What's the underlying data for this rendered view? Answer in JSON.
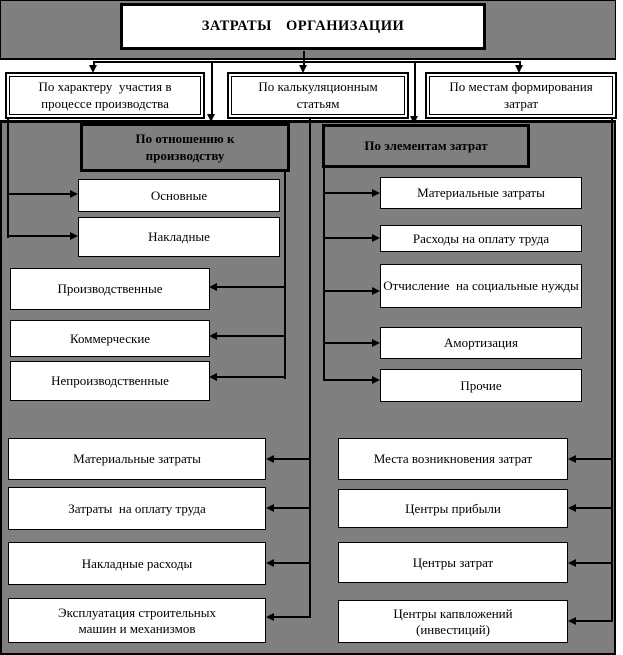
{
  "colors": {
    "canvas_gray": "#7f7f7f",
    "box_fill": "#ffffff",
    "line_color": "#000000"
  },
  "title": "ЗАТРАТЫ  ОРГАНИЗАЦИИ",
  "classifications": {
    "by_participation": {
      "label": "По характеру  участия в процессе производства"
    },
    "by_calculation": {
      "label": "По калькуляционным статьям"
    },
    "by_formation_place": {
      "label": "По местам формирования затрат"
    }
  },
  "groups": {
    "relation_to_production": {
      "header": "По отношению к производству",
      "items": [
        "Основные",
        "Накладные"
      ],
      "production_types": [
        "Производственные",
        "Коммерческие",
        "Непроизводственные"
      ]
    },
    "cost_elements": {
      "header": "По элементам затрат",
      "items": [
        "Материальные затраты",
        "Расходы на оплату труда",
        "Отчисление  на социальные нужды",
        "Амортизация",
        "Прочие"
      ]
    },
    "calculation_items": {
      "items": [
        "Материальные затраты",
        "Затраты  на оплату труда",
        "Накладные расходы",
        "Эксплуатация строительных машин и механизмов"
      ]
    },
    "formation_places": {
      "items": [
        "Места возникновения затрат",
        "Центры прибыли",
        "Центры затрат",
        "Центры капвложений (инвестиций)"
      ]
    }
  }
}
